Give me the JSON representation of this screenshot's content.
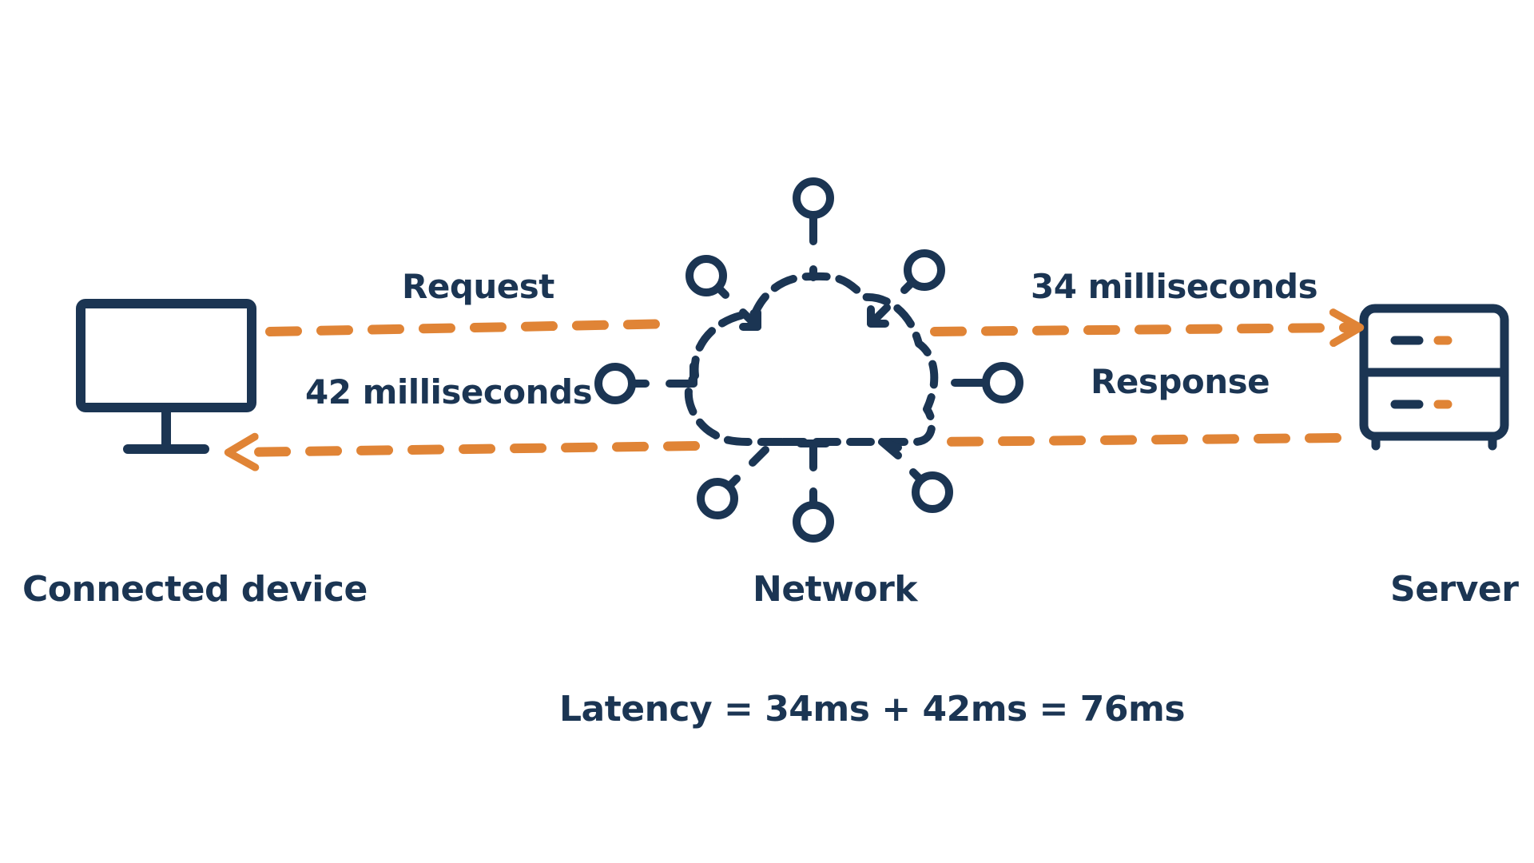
{
  "colors": {
    "ink": "#1b3553",
    "accent": "#e08436",
    "background": "#ffffff"
  },
  "icons": {
    "device": "desktop-monitor-icon",
    "network": "network-cloud-icon",
    "server": "server-rack-icon"
  },
  "nodes": {
    "device": {
      "label": "Connected device"
    },
    "network": {
      "label": "Network"
    },
    "server": {
      "label": "Server"
    }
  },
  "flows": {
    "request": {
      "label": "Request",
      "time_label": "34 milliseconds",
      "direction": "device-to-server"
    },
    "response": {
      "label": "Response",
      "time_label": "42 milliseconds",
      "direction": "server-to-device"
    }
  },
  "formula": "Latency = 34ms + 42ms = 76ms"
}
